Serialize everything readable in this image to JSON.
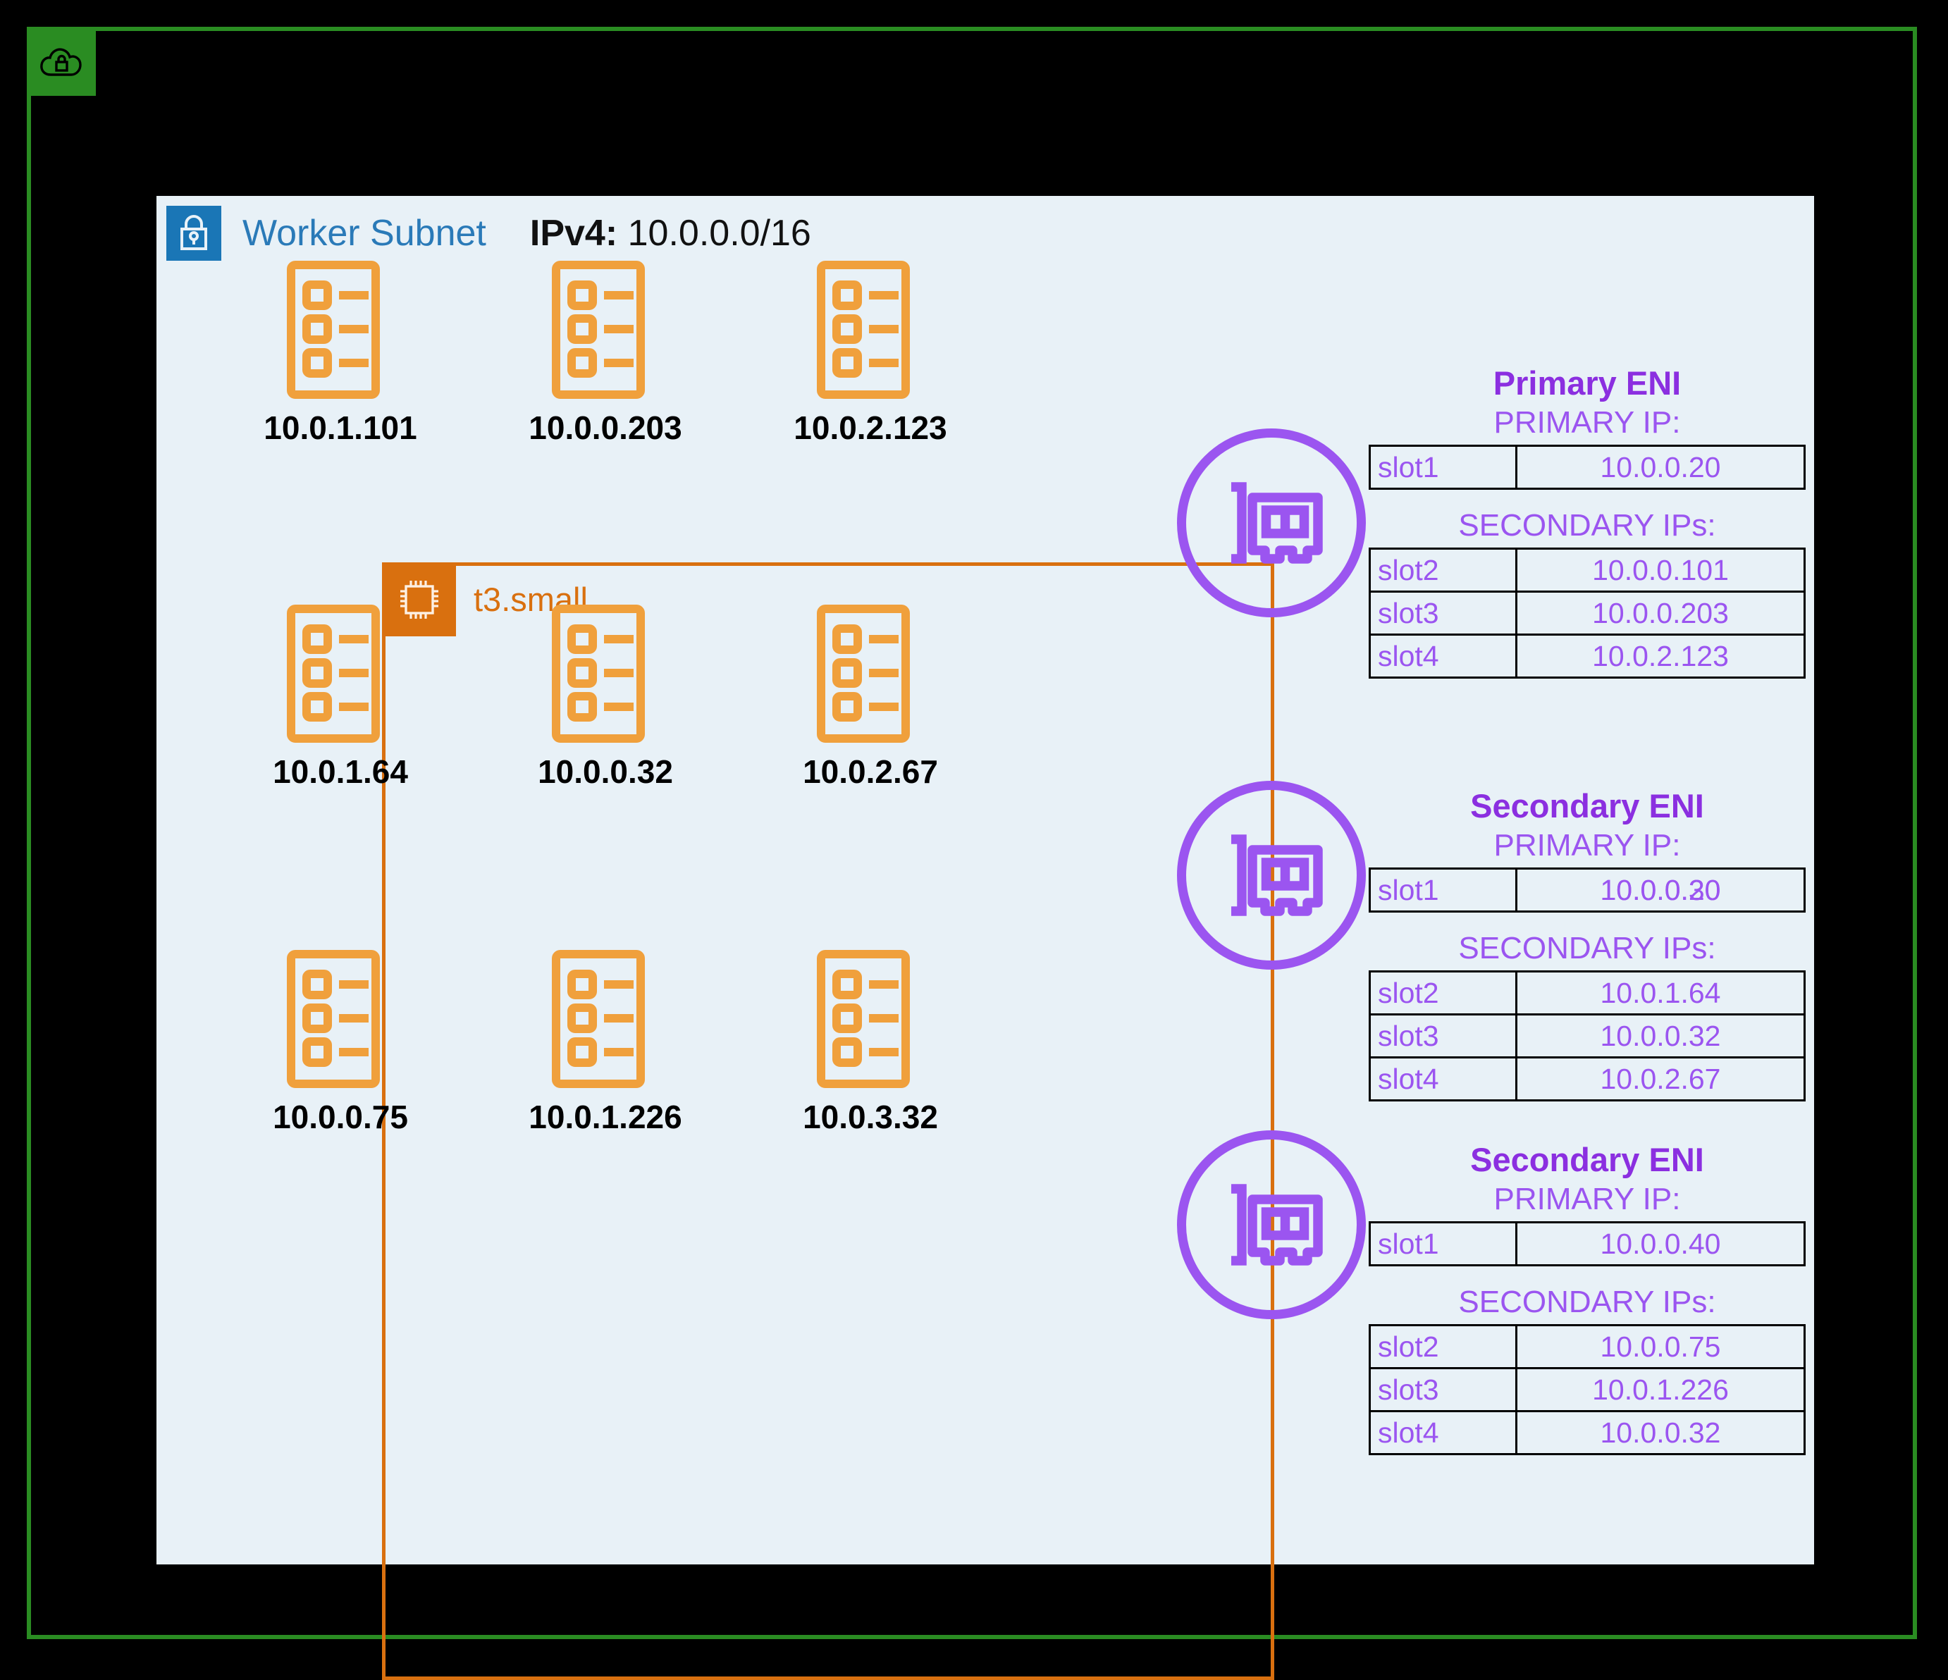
{
  "vpc": {
    "badge_icon": "cloud-lock-icon",
    "border_color": "#2a8c22",
    "badge_color": "#2a8c22"
  },
  "subnet": {
    "icon": "padlock-icon",
    "icon_color": "#1a76b6",
    "title": "Worker Subnet",
    "title_color": "#2a7ab8",
    "cidr_label": "IPv4:",
    "cidr_value": "10.0.0.0/16",
    "panel_color": "#e8f1f7"
  },
  "instance": {
    "icon": "cpu-chip-icon",
    "label": "t3.small",
    "color": "#d9700f"
  },
  "pods": {
    "icon": "pod-list-icon",
    "icon_color": "#f0a03c",
    "rows": [
      {
        "items": [
          {
            "ip": "10.0.1.101"
          },
          {
            "ip": "10.0.0.203"
          },
          {
            "ip": "10.0.2.123"
          }
        ]
      },
      {
        "items": [
          {
            "ip": "10.0.1.64"
          },
          {
            "ip": "10.0.0.32"
          },
          {
            "ip": "10.0.2.67"
          }
        ]
      },
      {
        "items": [
          {
            "ip": "10.0.0.75"
          },
          {
            "ip": "10.0.1.226"
          },
          {
            "ip": "10.0.3.32"
          }
        ]
      }
    ]
  },
  "eni_icon": "network-card-icon",
  "eni_color": "#9b55f0",
  "enis": [
    {
      "title": "Primary ENI",
      "primary_label": "PRIMARY IP:",
      "primary_rows": [
        {
          "slot": "slot1",
          "ip": "10.0.0.20"
        }
      ],
      "secondary_label": "SECONDARY IPs:",
      "secondary_rows": [
        {
          "slot": "slot2",
          "ip": "10.0.0.101"
        },
        {
          "slot": "slot3",
          "ip": "10.0.0.203"
        },
        {
          "slot": "slot4",
          "ip": "10.0.2.123"
        }
      ]
    },
    {
      "title": "Secondary ENI",
      "primary_label": "PRIMARY IP:",
      "primary_rows": [
        {
          "slot": "slot1",
          "ip": "10.0.0.30",
          "ip_overlap": "10.0.0.20"
        }
      ],
      "secondary_label": "SECONDARY IPs:",
      "secondary_rows": [
        {
          "slot": "slot2",
          "ip": "10.0.1.64"
        },
        {
          "slot": "slot3",
          "ip": "10.0.0.32"
        },
        {
          "slot": "slot4",
          "ip": "10.0.2.67"
        }
      ]
    },
    {
      "title": "Secondary ENI",
      "primary_label": "PRIMARY IP:",
      "primary_rows": [
        {
          "slot": "slot1",
          "ip": "10.0.0.40"
        }
      ],
      "secondary_label": "SECONDARY IPs:",
      "secondary_rows": [
        {
          "slot": "slot2",
          "ip": "10.0.0.75"
        },
        {
          "slot": "slot3",
          "ip": "10.0.1.226"
        },
        {
          "slot": "slot4",
          "ip": "10.0.0.32"
        }
      ]
    }
  ]
}
